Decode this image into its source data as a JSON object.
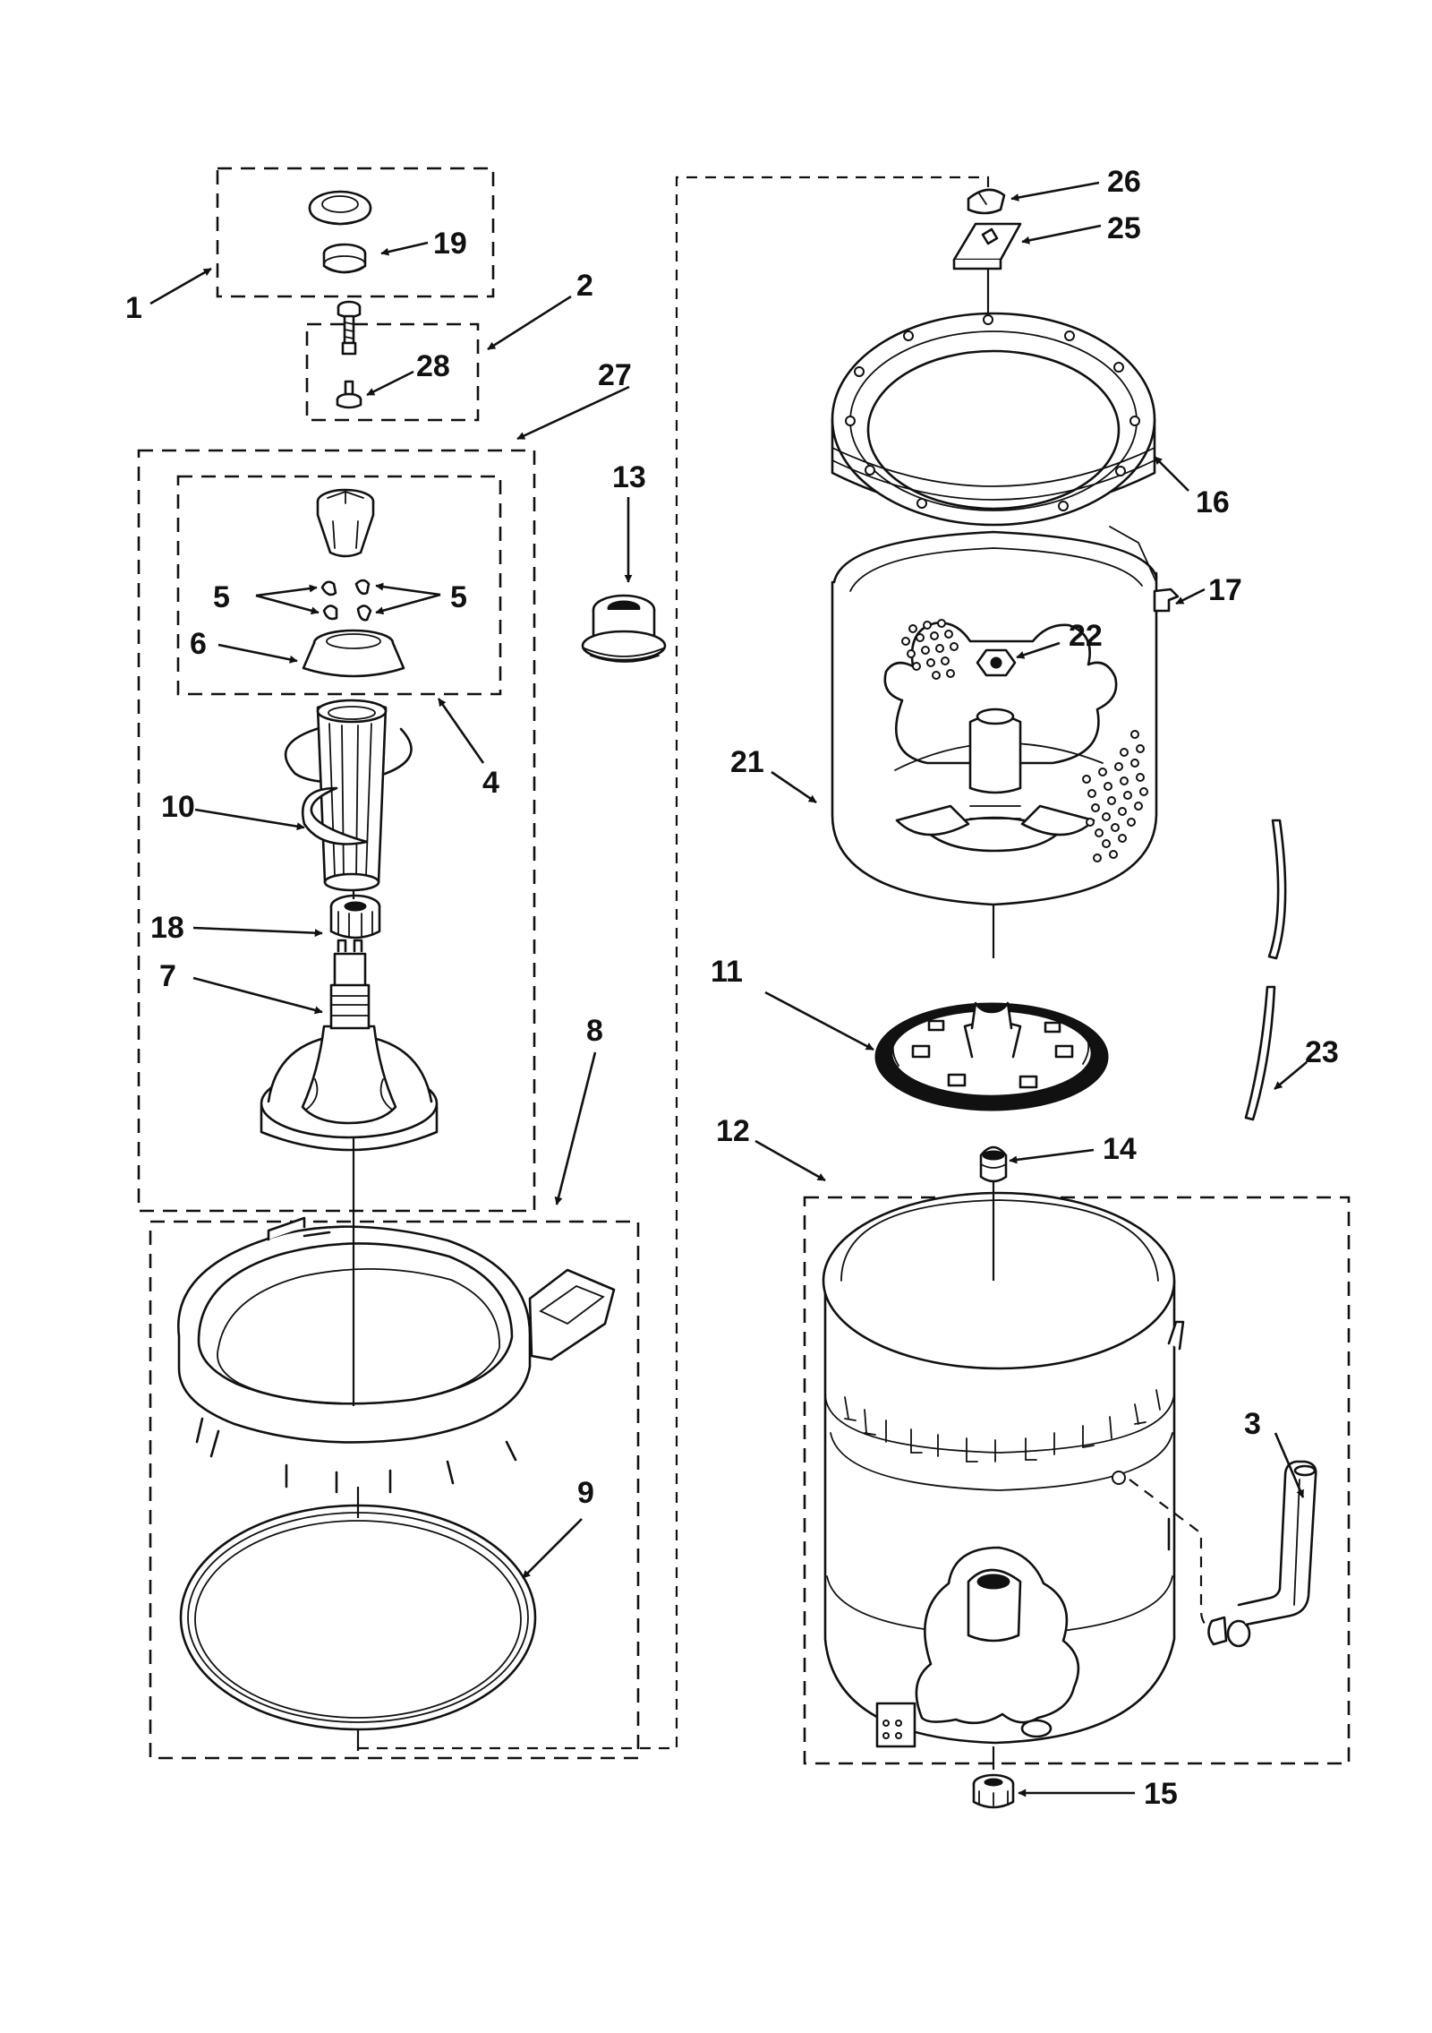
{
  "diagram": {
    "callouts": {
      "c1": "1",
      "c2": "2",
      "c3": "3",
      "c4": "4",
      "c5a": "5",
      "c5b": "5",
      "c6": "6",
      "c7": "7",
      "c8": "8",
      "c9": "9",
      "c10": "10",
      "c11": "11",
      "c12": "12",
      "c13": "13",
      "c14": "14",
      "c15": "15",
      "c16": "16",
      "c17": "17",
      "c18": "18",
      "c19": "19",
      "c21": "21",
      "c22": "22",
      "c23": "23",
      "c25": "25",
      "c26": "26",
      "c27": "27",
      "c28": "28"
    }
  }
}
